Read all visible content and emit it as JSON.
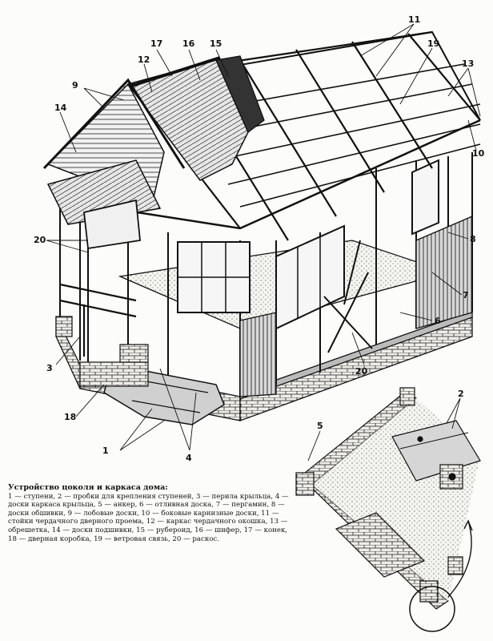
{
  "caption": {
    "title": "Устройство цоколя и каркаса дома:",
    "text": "1 — ступени, 2 — пробки для крепления ступеней, 3 — перила крыльца, 4 — доски каркаса крыльца, 5 — анкер, 6 — отливная доска, 7 — пергамин, 8 — доски обшивки, 9 — лобовые доски, 10 — боковые карнизные доски, 11 — стойки чердачного дверного проема, 12 — каркас чердачного окошка, 13 — обрешетка, 14 — доски подшивки, 15 — рубероид, 16 — шифер, 17 — конек, 18 — дверная коробка, 19 — ветровая связь, 20 — раскос."
  },
  "labels": {
    "n1": "1",
    "n2": "2",
    "n3": "3",
    "n4": "4",
    "n5": "5",
    "n6": "6",
    "n7": "7",
    "n8": "8",
    "n9": "9",
    "n10": "10",
    "n11": "11",
    "n12": "12",
    "n13": "13",
    "n14": "14",
    "n15": "15",
    "n16": "16",
    "n17": "17",
    "n18": "18",
    "n19": "19",
    "n20a": "20",
    "n20b": "20"
  },
  "colors": {
    "ink": "#111111",
    "paper": "#fcfcfa",
    "brick": "#e8e6e0",
    "shade": "#3a3a3a"
  }
}
